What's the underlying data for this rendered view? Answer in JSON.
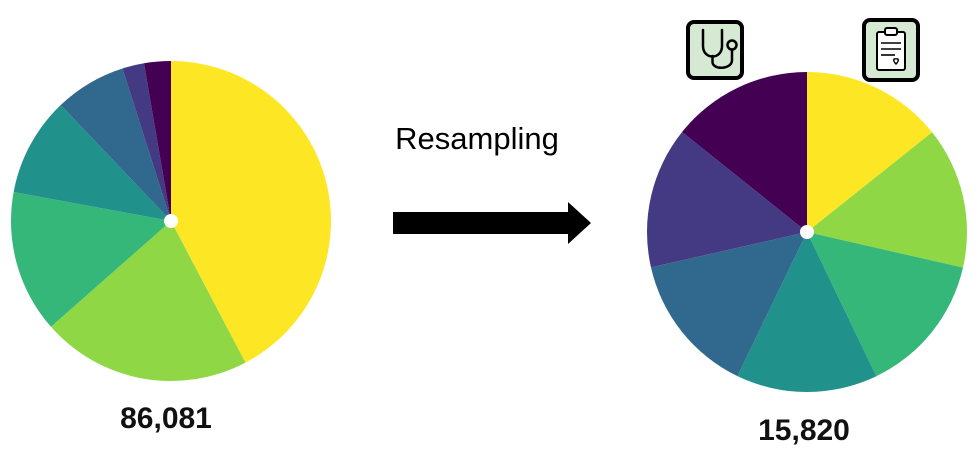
{
  "arrow": {
    "label": "Resampling"
  },
  "palette": [
    "#fde725",
    "#8fd744",
    "#35b779",
    "#21918c",
    "#31688e",
    "#443a83",
    "#440154"
  ],
  "icons": [
    "stethoscope-icon",
    "clipboard-heart-icon"
  ],
  "chart_data": [
    {
      "type": "pie",
      "name_label": "",
      "total_label": "86,081",
      "values": [
        0.423,
        0.212,
        0.144,
        0.1,
        0.072,
        0.022,
        0.027
      ],
      "colors": [
        "#fde725",
        "#8fd744",
        "#35b779",
        "#21918c",
        "#31688e",
        "#443a83",
        "#440154"
      ]
    },
    {
      "type": "pie",
      "total_label": "15,820",
      "values": [
        0.1429,
        0.1429,
        0.1429,
        0.1429,
        0.1429,
        0.1429,
        0.1426
      ],
      "colors": [
        "#fde725",
        "#8fd744",
        "#35b779",
        "#21918c",
        "#31688e",
        "#443a83",
        "#440154"
      ]
    }
  ]
}
